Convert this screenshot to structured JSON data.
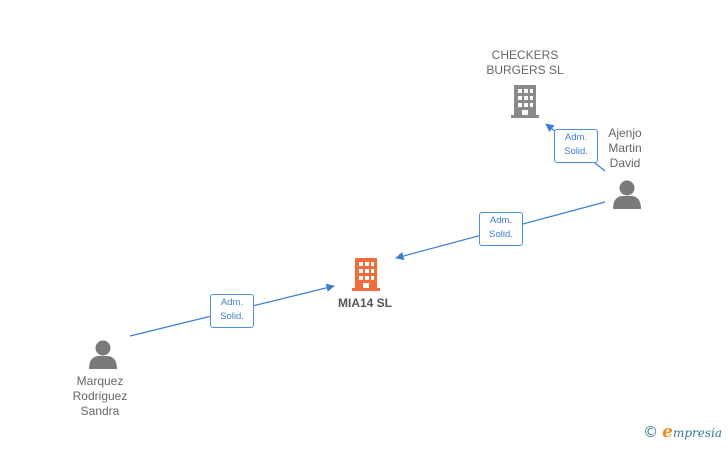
{
  "colors": {
    "edge": "#3b7fd0",
    "main_company": "#f26b3a",
    "company": "#8a8a8a",
    "person": "#7a7a7a"
  },
  "nodes": {
    "mia14": {
      "label": "MIA14  SL",
      "type": "company",
      "icon": "building-icon"
    },
    "checkers": {
      "label": "CHECKERS\nBURGERS  SL",
      "type": "company",
      "icon": "building-icon"
    },
    "ajenjo": {
      "label": "Ajenjo\nMartin\nDavid",
      "type": "person",
      "icon": "person-icon"
    },
    "marquez": {
      "label": "Marquez\nRodriguez\nSandra",
      "type": "person",
      "icon": "person-icon"
    }
  },
  "edges": {
    "marquez_to_mia": {
      "line1": "Adm.",
      "line2": "Solid."
    },
    "ajenjo_to_mia": {
      "line1": "Adm.",
      "line2": "Solid."
    },
    "ajenjo_to_checkers": {
      "line1": "Adm.",
      "line2": "Solid."
    }
  },
  "brand": {
    "copyright": "©",
    "first_letter": "e",
    "rest": "mpresia"
  }
}
